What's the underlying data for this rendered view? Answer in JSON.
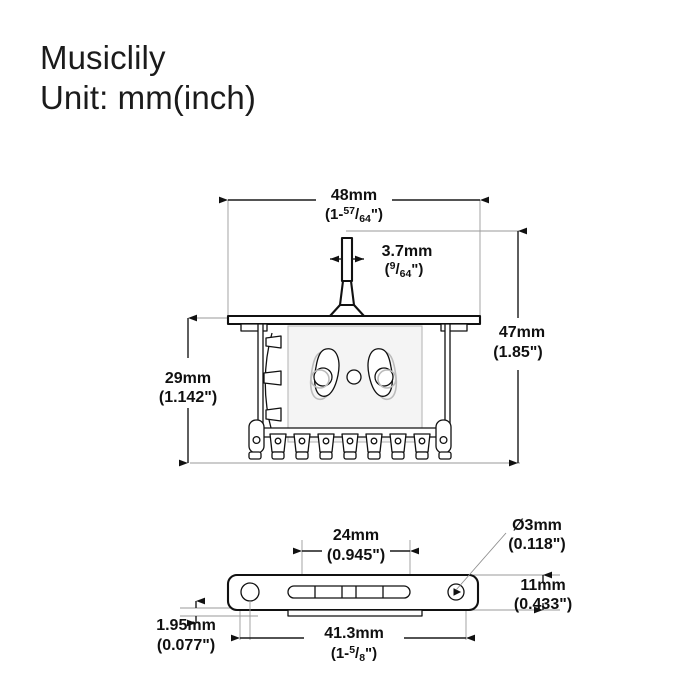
{
  "header": {
    "brand": "Musiclily",
    "unit_line": "Unit: mm(inch)"
  },
  "drawing": {
    "title": "Guitar pickup selector switch dimension drawing",
    "views": [
      {
        "id": "front-view",
        "name": "front-elevation-view"
      },
      {
        "id": "bottom-view",
        "name": "bottom-plan-view"
      }
    ]
  },
  "dimensions": {
    "width_overall": {
      "name": "dimension-48mm",
      "mm": "48mm",
      "inch_whole": "(1-",
      "inch_num": "57",
      "inch_den": "64",
      "inch_tail": "\")",
      "inch_plain": "(1-57/64\")"
    },
    "lever_thickness": {
      "name": "dimension-3-7mm",
      "mm": "3.7mm",
      "inch_whole": "(",
      "inch_num": "9",
      "inch_den": "64",
      "inch_tail": "\")",
      "inch_plain": "(9/64\")"
    },
    "body_height": {
      "name": "dimension-29mm",
      "mm": "29mm",
      "inch_plain": "(1.142\")"
    },
    "total_height": {
      "name": "dimension-47mm",
      "mm": "47mm",
      "inch_plain": "(1.85\")"
    },
    "slot_length": {
      "name": "dimension-24mm",
      "mm": "24mm",
      "inch_plain": "(0.945\")"
    },
    "hole_diameter": {
      "name": "dimension-diameter-3mm",
      "mm": "Ø3mm",
      "inch_plain": "(0.118\")"
    },
    "plate_width": {
      "name": "dimension-11mm",
      "mm": "11mm",
      "inch_plain": "(0.433\")"
    },
    "plate_thickness": {
      "name": "dimension-1-95mm",
      "mm": "1.95mm",
      "inch_plain": "(0.077\")"
    },
    "plate_length": {
      "name": "dimension-41-3mm",
      "mm": "41.3mm",
      "inch_whole": "(1-",
      "inch_num": "5",
      "inch_den": "8",
      "inch_tail": "\")",
      "inch_plain": "(1-5/8\")"
    }
  },
  "colors": {
    "ink": "#111111",
    "background": "#ffffff",
    "extension_line": "#9a9a9a",
    "body_face": "#f4f4f4"
  }
}
